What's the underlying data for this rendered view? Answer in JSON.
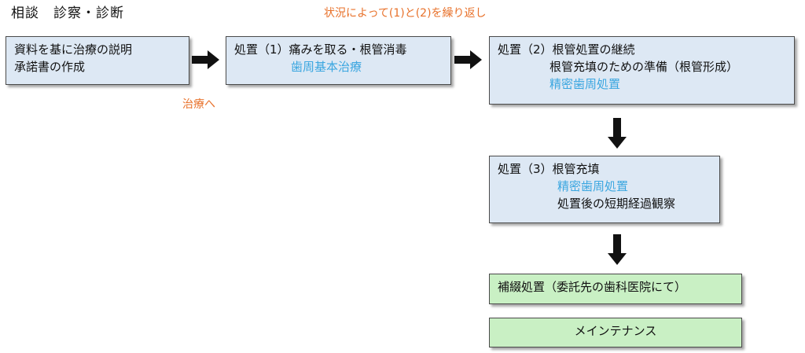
{
  "heading": "相談　診察・診断",
  "notes": {
    "loop": "状況によって(1)と(2)を繰り返し",
    "to_treatment": "治療へ"
  },
  "steps": {
    "explain": {
      "line1": "資料を基に治療の説明",
      "line2": "承諾書の作成"
    },
    "step1": {
      "title": "処置（1）痛みを取る・根管消毒",
      "sub": "歯周基本治療"
    },
    "step2": {
      "title": "処置（2）根管処置の継続",
      "line2": "根管充填のための準備（根管形成）",
      "sub": "精密歯周処置"
    },
    "step3": {
      "title": "処置（3）根管充填",
      "sub": "精密歯周処置",
      "line3": "処置後の短期経過観察"
    },
    "prosthetic": {
      "label": "補綴処置（委託先の歯科医院にて）"
    },
    "maintenance": {
      "label": "メインテナンス"
    }
  },
  "colors": {
    "box_blue": "#dde8f4",
    "box_green": "#c9f0c4",
    "accent_orange": "#e8712a",
    "accent_blue": "#3aa6e0",
    "arrow": "#111111"
  }
}
